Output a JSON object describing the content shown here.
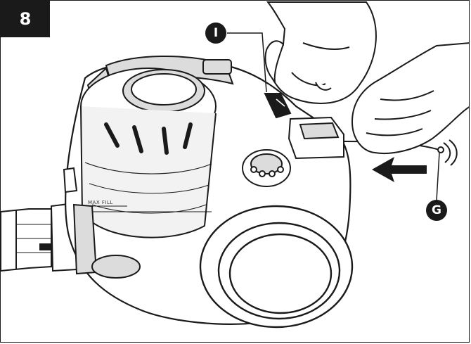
{
  "step": {
    "number": "8"
  },
  "callouts": {
    "i_label": "I",
    "g_label": "G"
  },
  "canister": {
    "max_fill_label": "MAX FILL"
  },
  "colors": {
    "ink": "#1a1a1a",
    "shade": "#dcdcdc",
    "paper": "#ffffff"
  },
  "icons": [
    "pull-direction-arrow-icon",
    "hand-icon"
  ]
}
